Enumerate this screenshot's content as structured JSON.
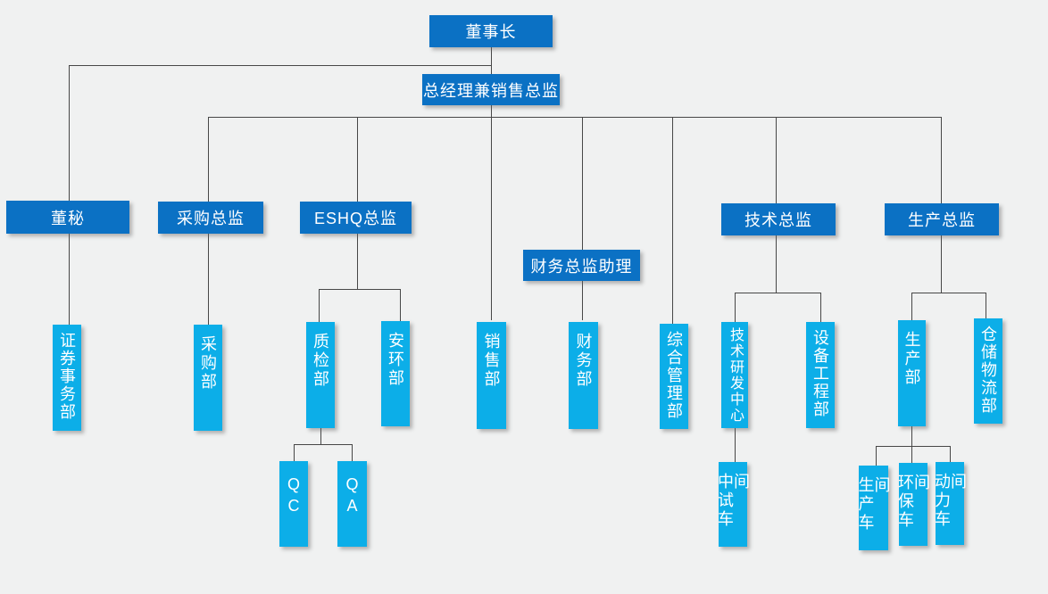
{
  "diagram": {
    "type": "org-chart",
    "colors": {
      "manager_box": "#0b71c4",
      "department_box": "#0caee8",
      "connector_line": "#474747",
      "background": "#f0f1f1",
      "text": "#ffffff"
    },
    "nodes": {
      "chairman": {
        "label": "董事长"
      },
      "general_manager": {
        "label": "总经理兼销售总监"
      },
      "board_secretary": {
        "label": "董秘"
      },
      "purchasing_director": {
        "label": "采购总监"
      },
      "eshq_director": {
        "label": "ESHQ总监"
      },
      "finance_director_assistant": {
        "label": "财务总监助理"
      },
      "technical_director": {
        "label": "技术总监"
      },
      "production_director": {
        "label": "生产总监"
      },
      "securities_affairs_dept": {
        "label": "证券事务部"
      },
      "purchasing_dept": {
        "label": "采购部"
      },
      "quality_inspection_dept": {
        "label": "质检部"
      },
      "safety_environment_dept": {
        "label": "安环部"
      },
      "sales_dept": {
        "label": "销售部"
      },
      "finance_dept": {
        "label": "财务部"
      },
      "general_admin_dept": {
        "label": "综合管理部"
      },
      "tech_rd_center": {
        "label": "技术研发中心"
      },
      "equipment_engineering_dept": {
        "label": "设备工程部"
      },
      "production_dept": {
        "label": "生产部"
      },
      "warehouse_logistics_dept": {
        "label": "仓储物流部"
      },
      "qc": {
        "label": "QC"
      },
      "qa": {
        "label": "QA"
      },
      "pilot_workshop": {
        "label": "中试车间"
      },
      "production_workshop": {
        "label": "生产车间"
      },
      "environment_workshop": {
        "label": "环保车间"
      },
      "power_workshop": {
        "label": "动力车间"
      }
    },
    "hierarchy": {
      "chairman": [
        "board_secretary",
        "general_manager"
      ],
      "general_manager": [
        "purchasing_director",
        "eshq_director",
        "sales_dept",
        "finance_director_assistant",
        "general_admin_dept",
        "technical_director",
        "production_director"
      ],
      "board_secretary": [
        "securities_affairs_dept"
      ],
      "purchasing_director": [
        "purchasing_dept"
      ],
      "eshq_director": [
        "quality_inspection_dept",
        "safety_environment_dept"
      ],
      "quality_inspection_dept": [
        "qc",
        "qa"
      ],
      "finance_director_assistant": [
        "finance_dept"
      ],
      "technical_director": [
        "tech_rd_center",
        "equipment_engineering_dept"
      ],
      "tech_rd_center": [
        "pilot_workshop"
      ],
      "production_director": [
        "production_dept",
        "warehouse_logistics_dept"
      ],
      "production_dept": [
        "production_workshop",
        "environment_workshop",
        "power_workshop"
      ]
    }
  }
}
